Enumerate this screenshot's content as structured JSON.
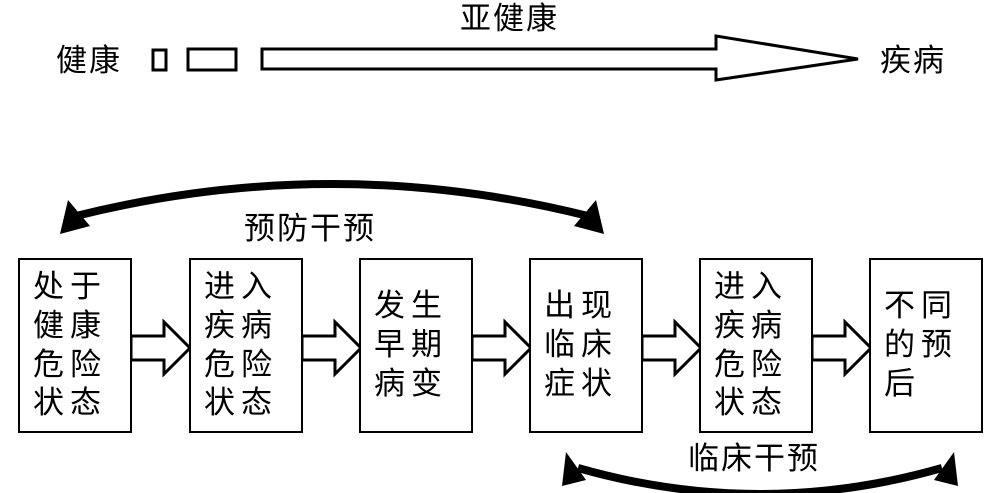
{
  "top": {
    "health_label": "健康",
    "subhealth_label": "亚健康",
    "disease_label": "疾病"
  },
  "flow": {
    "boxes": [
      "处于健康危险状态",
      "进入疾病危险状态",
      "发生早期病变",
      "出现临床症状",
      "进入疾病危险状态",
      "不同的预后"
    ],
    "prevention_label": "预防干预",
    "clinical_label": "临床干预"
  }
}
